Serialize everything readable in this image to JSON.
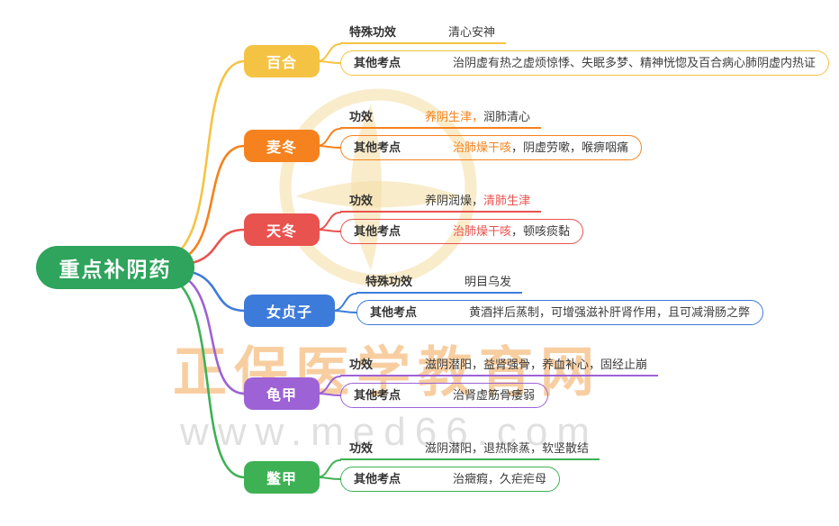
{
  "root": {
    "label": "重点补阴药",
    "color": "#2EA45C"
  },
  "colors": {
    "background": "#ffffff",
    "row_text": "#3c3c3c",
    "row_label": "#333333",
    "watermark_brand": "rgba(242,166,84,0.55)",
    "watermark_url": "rgba(60,60,60,0.16)",
    "watermark_logo": "rgba(245,224,168,0.6)"
  },
  "watermark": {
    "brand_text": "正保医学教育网",
    "url_text": "www.med66.com",
    "logo_icon": "zhengbao-circle-logo"
  },
  "branches": [
    {
      "name": "百合",
      "color": "#F5C344",
      "rows": [
        {
          "label": "特殊功效",
          "pre": "清心安神",
          "hl": "",
          "post": ""
        },
        {
          "label": "其他考点",
          "pre": "治阴虚有热之虚烦惊悸、失眠多梦、精神恍惚及百合病心肺阴虚内热证",
          "hl": "",
          "post": ""
        }
      ]
    },
    {
      "name": "麦冬",
      "color": "#F5821E",
      "rows": [
        {
          "label": "功效",
          "pre": "",
          "hl": "养阴生津，",
          "post": "润肺清心"
        },
        {
          "label": "其他考点",
          "pre": "",
          "hl": "治肺燥干咳",
          "post": "，阴虚劳嗽，喉痹咽痛"
        }
      ]
    },
    {
      "name": "天冬",
      "color": "#E9534F",
      "rows": [
        {
          "label": "功效",
          "pre": "养阴润燥，",
          "hl": "清肺生津",
          "post": ""
        },
        {
          "label": "其他考点",
          "pre": "",
          "hl": "治肺燥干咳",
          "post": "，顿咳痰黏"
        }
      ]
    },
    {
      "name": "女贞子",
      "color": "#3D7BDB",
      "rows": [
        {
          "label": "特殊功效",
          "pre": "明目乌发",
          "hl": "",
          "post": ""
        },
        {
          "label": "其他考点",
          "pre": "黄酒拌后蒸制，可增强滋补肝肾作用，且可减滑肠之弊",
          "hl": "",
          "post": ""
        }
      ]
    },
    {
      "name": "龟甲",
      "color": "#9D62D5",
      "rows": [
        {
          "label": "功效",
          "pre": "滋阴潜阳，益肾强骨，养血补心，固经止崩",
          "hl": "",
          "post": ""
        },
        {
          "label": "其他考点",
          "pre": "治肾虚筋骨痿弱",
          "hl": "",
          "post": ""
        }
      ]
    },
    {
      "name": "鳖甲",
      "color": "#3EB154",
      "rows": [
        {
          "label": "功效",
          "pre": "滋阴潜阳，退热除蒸，软坚散结",
          "hl": "",
          "post": ""
        },
        {
          "label": "其他考点",
          "pre": "治癥瘕，久疟疟母",
          "hl": "",
          "post": ""
        }
      ]
    }
  ]
}
